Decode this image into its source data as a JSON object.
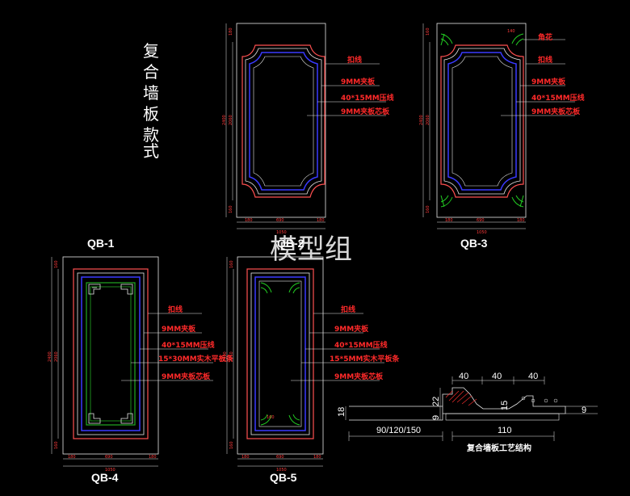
{
  "title_chars": [
    "复",
    "合",
    "墙",
    "板",
    "款",
    "式"
  ],
  "watermark": "模型组",
  "panels": {
    "qb1": {
      "name": "QB-1"
    },
    "qb2": {
      "name": "QB-2",
      "labels": [
        "扣线",
        "9MM夹板",
        "40*15MM压线",
        "9MM夹板芯板"
      ],
      "dims": {
        "total_h": "2400",
        "inner_h": "2060",
        "top": "180",
        "bottom": "160",
        "total_w": "1050",
        "inner_w": "690",
        "left": "180",
        "right": "180"
      }
    },
    "qb3": {
      "name": "QB-3",
      "labels": [
        "角花",
        "扣线",
        "9MM夹板",
        "40*15MM压线",
        "9MM夹板芯板"
      ],
      "dims": {
        "total_h": "2400",
        "inner_h": "2060",
        "top": "160",
        "bottom": "160",
        "total_w": "1050",
        "inner_w": "690",
        "left": "180",
        "right": "180",
        "corner": "140"
      }
    },
    "qb4": {
      "name": "QB-4",
      "labels": [
        "扣线",
        "9MM夹板",
        "40*15MM压线",
        "15*30MM实木平板条",
        "9MM夹板芯板"
      ],
      "dims": {
        "total_h": "2400",
        "inner_h": "2060",
        "top": "160",
        "bottom": "160",
        "total_w": "1050",
        "inner_w": "690",
        "left": "180",
        "right": "180"
      }
    },
    "qb5": {
      "name": "QB-5",
      "labels": [
        "扣线",
        "9MM夹板",
        "40*15MM压线",
        "15*5MM实木平板条",
        "9MM夹板芯板"
      ],
      "dims": {
        "total_h": "2400",
        "inner_h": "2060",
        "top": "160",
        "bottom": "160",
        "total_w": "1050",
        "inner_w": "690",
        "left": "180",
        "right": "180",
        "corner": "160"
      }
    }
  },
  "section": {
    "caption": "复合墙板工艺结构",
    "dims": {
      "top1": "40",
      "top2": "40",
      "top3": "40",
      "left_a": "22",
      "left_b": "9",
      "left_c": "18",
      "mid": "15",
      "right": "9",
      "width": "90/120/150",
      "inner": "110"
    }
  },
  "colors": {
    "background": "#000000",
    "label": "#ff2a2a",
    "frame_white": "#e8e8e8",
    "frame_red": "#ff5050",
    "blue": "#3a3aff",
    "green": "#22aa22",
    "dim": "#ff3b3b"
  }
}
